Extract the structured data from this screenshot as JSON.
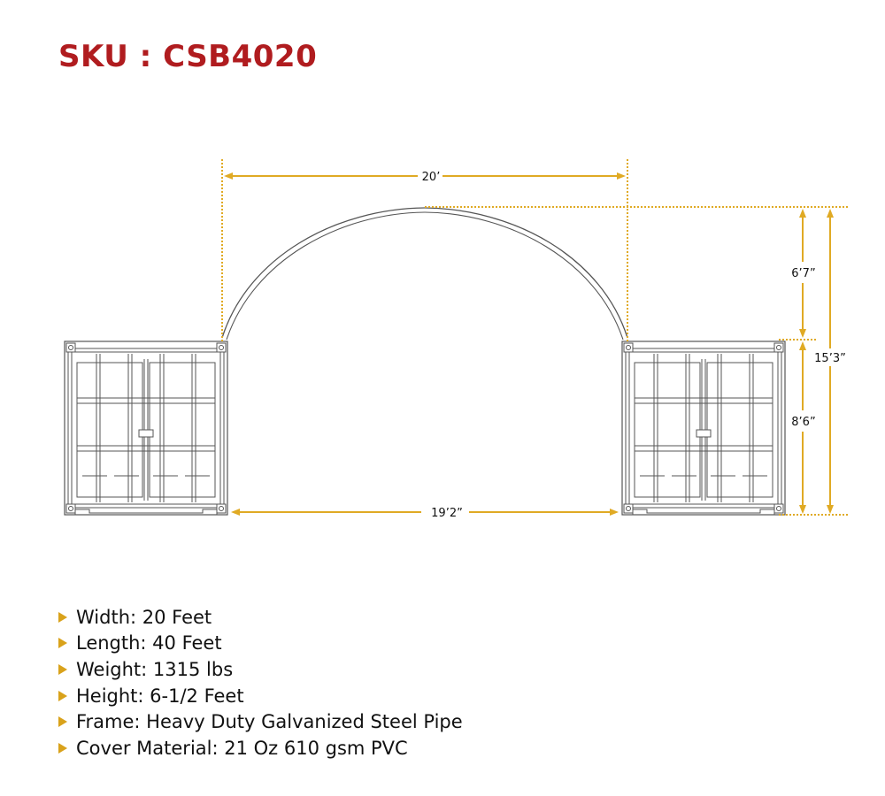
{
  "header": {
    "sku_label": "SKU : CSB4020"
  },
  "colors": {
    "sku": "#b01c1f",
    "dimension_lines": "#e0aa24",
    "drawing_lines": "#555555",
    "bullet": "#d9a21b"
  },
  "diagram": {
    "dimensions": {
      "width_top": "20’",
      "width_between_containers": "19’2”",
      "arch_height": "6’7”",
      "container_height": "8’6”",
      "total_height": "15’3”"
    }
  },
  "specs": [
    {
      "label": "Width: 20 Feet"
    },
    {
      "label": "Length: 40 Feet"
    },
    {
      "label": "Weight: 1315 lbs"
    },
    {
      "label": "Height: 6-1/2 Feet"
    },
    {
      "label": "Frame: Heavy Duty Galvanized Steel Pipe"
    },
    {
      "label": "Cover Material: 21 Oz 610 gsm PVC"
    }
  ]
}
